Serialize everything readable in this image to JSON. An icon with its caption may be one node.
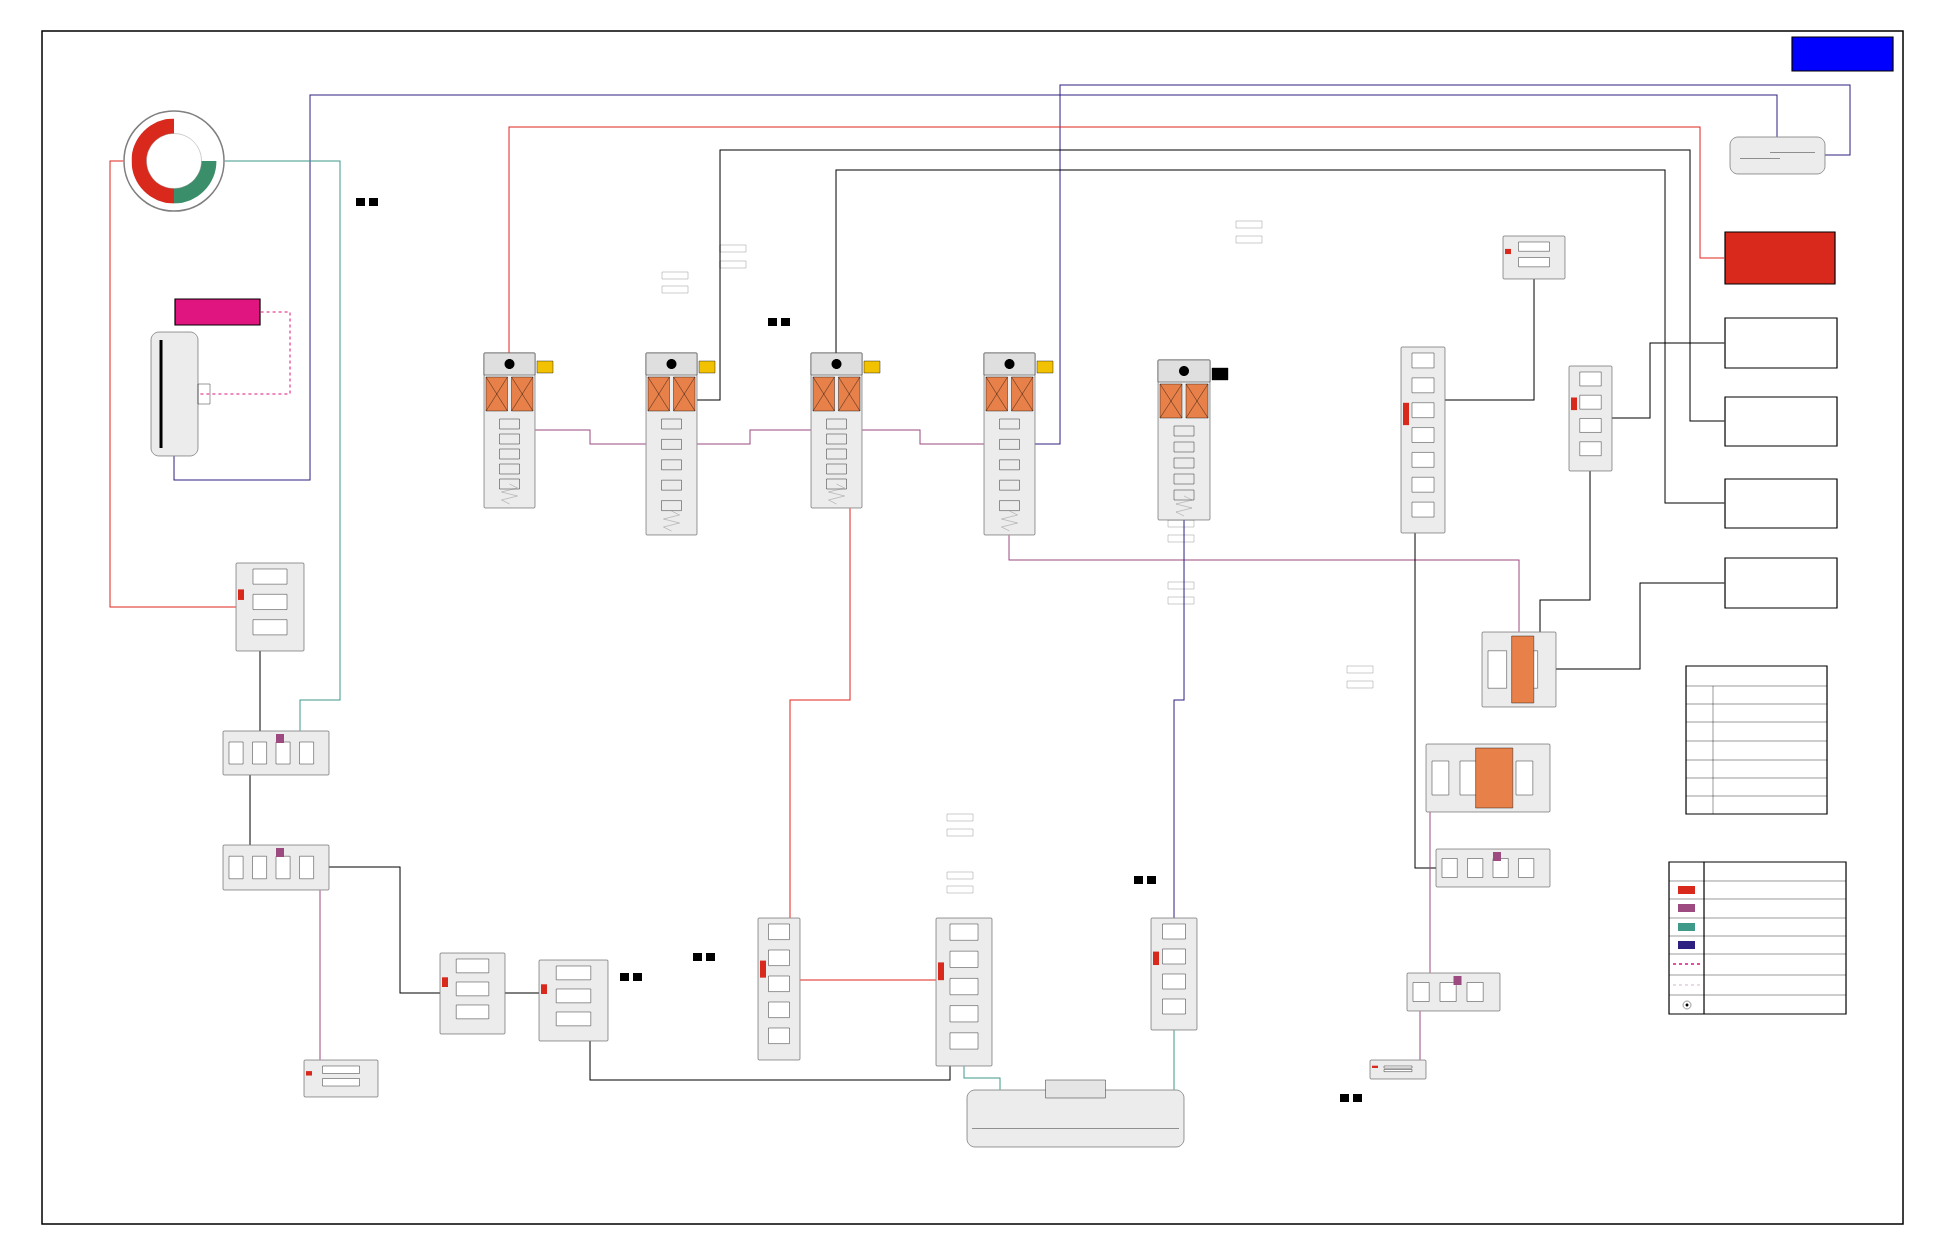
{
  "diagram": {
    "nodes": [
      {
        "text": [],
        "shape": "box"
      },
      {
        "text": [],
        "shape": "picture"
      },
      {
        "text": [],
        "shape": "box"
      },
      {
        "text": [],
        "shape": "box"
      },
      {
        "text": [],
        "shape": "box"
      },
      {
        "text": [],
        "shape": "box"
      },
      {
        "text": [],
        "shape": "box"
      },
      {
        "text": [],
        "shape": "picture"
      },
      {
        "text": [],
        "shape": "box"
      },
      {
        "text": [],
        "shape": "picture"
      },
      {
        "text": [],
        "shape": "picture"
      },
      {
        "text": [],
        "shape": "picture"
      },
      {
        "text": [],
        "shape": "picture"
      },
      {
        "text": [],
        "shape": "picture"
      },
      {
        "text": [],
        "shape": "picture"
      },
      {
        "text": [],
        "shape": "picture"
      },
      {
        "text": [],
        "shape": "picture"
      },
      {
        "text": [],
        "shape": "picture"
      },
      {
        "text": [],
        "shape": "picture"
      },
      {
        "text": [],
        "shape": "picture"
      },
      {
        "text": [],
        "shape": "picture"
      },
      {
        "text": [],
        "shape": "picture"
      },
      {
        "text": [],
        "shape": "picture"
      },
      {
        "text": [],
        "shape": "picture"
      },
      {
        "text": [],
        "shape": "picture"
      },
      {
        "text": [],
        "shape": "picture"
      },
      {
        "text": [],
        "shape": "picture"
      },
      {
        "text": [],
        "shape": "picture"
      },
      {
        "text": [],
        "shape": "picture"
      },
      {
        "text": [],
        "shape": "picture"
      },
      {
        "text": [],
        "shape": "picture"
      },
      {
        "text": [],
        "shape": "picture"
      },
      {
        "text": [],
        "shape": "picture"
      }
    ],
    "edges": [
      {
        "from": 1,
        "to": 13,
        "arrow": "none",
        "color": "#2e2080"
      },
      {
        "from": 2,
        "to": 10,
        "arrow": "none",
        "color": "#e0261f"
      },
      {
        "from": 3,
        "to": 26,
        "arrow": "none"
      },
      {
        "from": 4,
        "to": 11,
        "arrow": "none"
      },
      {
        "from": 5,
        "to": 12,
        "arrow": "none"
      },
      {
        "from": 6,
        "to": 27,
        "arrow": "none"
      },
      {
        "from": 8,
        "to": 9,
        "arrow": "none",
        "style": "dashed",
        "color": "#e0157f"
      },
      {
        "from": 9,
        "to": 1,
        "arrow": "none",
        "color": "#2e2080"
      },
      {
        "from": 7,
        "to": 15,
        "arrow": "none",
        "color": "#e0261f"
      },
      {
        "from": 7,
        "to": 16,
        "arrow": "none",
        "color": "#3f9a8a"
      },
      {
        "from": 10,
        "to": 11,
        "arrow": "none",
        "color": "#9c4a80"
      },
      {
        "from": 11,
        "to": 12,
        "arrow": "none",
        "color": "#9c4a80"
      },
      {
        "from": 12,
        "to": 13,
        "arrow": "none",
        "color": "#9c4a80"
      },
      {
        "from": 13,
        "to": 27,
        "arrow": "none",
        "color": "#9c4a80"
      },
      {
        "from": 14,
        "to": 23,
        "arrow": "none",
        "color": "#2e2080"
      },
      {
        "from": 22,
        "to": 24,
        "arrow": "none",
        "color": "#3f9a8a"
      },
      {
        "from": 23,
        "to": 24,
        "arrow": "none",
        "color": "#3f9a8a"
      },
      {
        "from": 21,
        "to": 22,
        "arrow": "none",
        "color": "#e0261f"
      },
      {
        "from": 19,
        "to": 20,
        "arrow": "none"
      },
      {
        "from": 18,
        "to": 17,
        "arrow": "none",
        "color": "#9c4a80"
      },
      {
        "from": 15,
        "to": 16,
        "arrow": "none"
      },
      {
        "from": 16,
        "to": 17,
        "arrow": "none"
      },
      {
        "from": 25,
        "to": 29,
        "arrow": "none"
      },
      {
        "from": 28,
        "to": 30,
        "arrow": "none",
        "color": "#9c4a80"
      },
      {
        "from": 30,
        "to": 32,
        "arrow": "none",
        "color": "#9c4a80"
      },
      {
        "from": 31,
        "to": 25,
        "arrow": "none"
      },
      {
        "from": 12,
        "to": 21,
        "arrow": "none",
        "color": "#e0261f"
      },
      {
        "from": 20,
        "to": 22,
        "arrow": "none"
      },
      {
        "from": 26,
        "to": 27,
        "arrow": "none"
      },
      {
        "from": 17,
        "to": 19,
        "arrow": "none"
      }
    ]
  }
}
